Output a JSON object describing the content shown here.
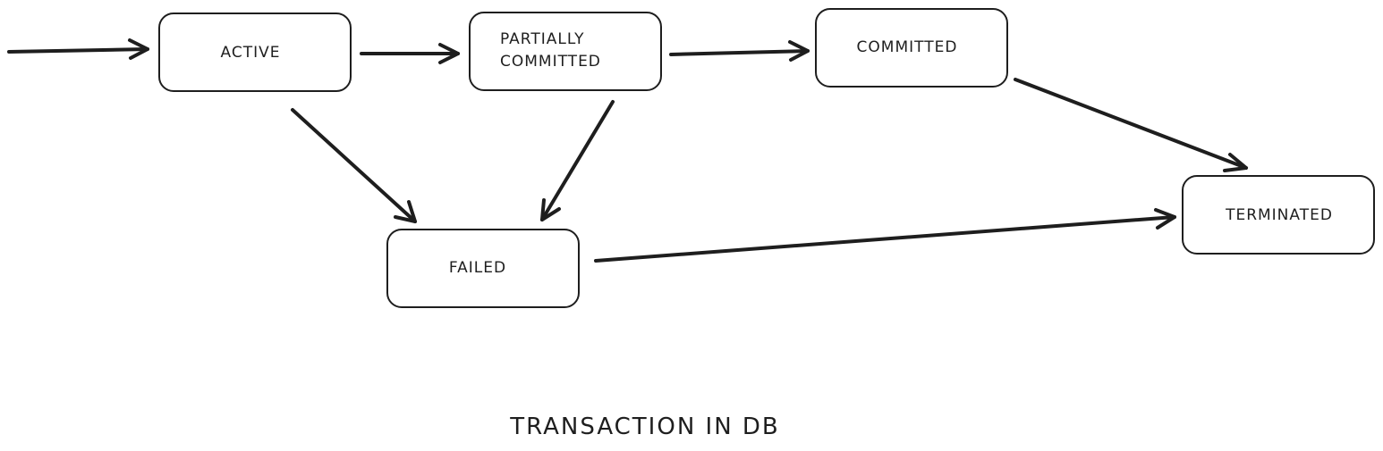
{
  "diagram": {
    "title": "TRANSACTION IN DB",
    "ink_color": "#1e1e1e",
    "background_color": "#ffffff",
    "nodes": {
      "active": {
        "lines": [
          "ACTIVE"
        ]
      },
      "partially_committed": {
        "lines": [
          "PARTIALLY",
          "COMMITTED"
        ]
      },
      "committed": {
        "lines": [
          "COMMITTED"
        ]
      },
      "failed": {
        "lines": [
          "FAILED"
        ]
      },
      "terminated": {
        "lines": [
          "TERMINATED"
        ]
      }
    },
    "edges": [
      {
        "from": "start",
        "to": "active"
      },
      {
        "from": "active",
        "to": "partially_committed"
      },
      {
        "from": "partially_committed",
        "to": "committed"
      },
      {
        "from": "active",
        "to": "failed"
      },
      {
        "from": "partially_committed",
        "to": "failed"
      },
      {
        "from": "committed",
        "to": "terminated"
      },
      {
        "from": "failed",
        "to": "terminated"
      }
    ]
  }
}
